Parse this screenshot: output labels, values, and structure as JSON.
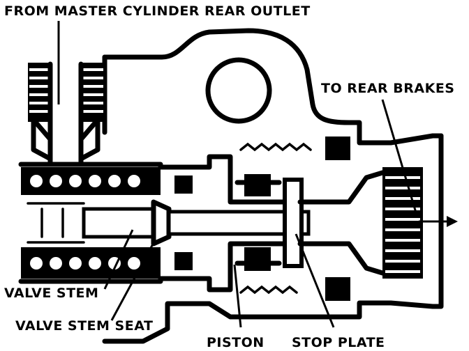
{
  "labels": {
    "inlet": "FROM MASTER CYLINDER REAR OUTLET",
    "outlet": "TO REAR BRAKES",
    "valve_stem": "VALVE STEM",
    "valve_stem_seat": "VALVE STEM SEAT",
    "piston": "PISTON",
    "stop_plate": "STOP PLATE"
  }
}
